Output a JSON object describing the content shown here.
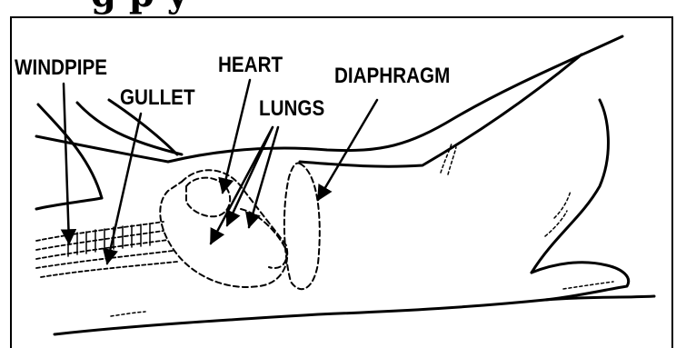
{
  "title_fragment": "g       p        y",
  "labels": {
    "windpipe": "WINDPIPE",
    "gullet": "GULLET",
    "heart": "HEART",
    "lungs": "LUNGS",
    "diaphragm": "DIAPHRAGM"
  },
  "colors": {
    "ink": "#000000",
    "background": "#ffffff"
  }
}
